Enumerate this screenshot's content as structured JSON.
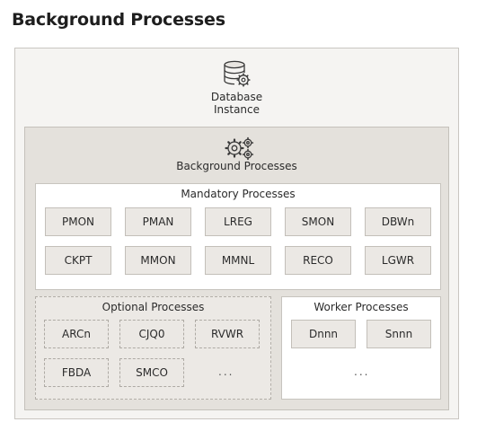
{
  "title": "Background Processes",
  "database_instance": {
    "label": "Database\nInstance",
    "icon": "database-gear-icon"
  },
  "background_processes": {
    "label": "Background Processes",
    "icon": "gears-icon"
  },
  "mandatory": {
    "title": "Mandatory Processes",
    "rows": [
      [
        "PMON",
        "PMAN",
        "LREG",
        "SMON",
        "DBWn"
      ],
      [
        "CKPT",
        "MMON",
        "MMNL",
        "RECO",
        "LGWR"
      ]
    ]
  },
  "optional": {
    "title": "Optional Processes",
    "rows": [
      [
        "ARCn",
        "CJQ0",
        "RVWR"
      ],
      [
        "FBDA",
        "SMCO"
      ]
    ],
    "more": "..."
  },
  "worker": {
    "title": "Worker Processes",
    "items": [
      "Dnnn",
      "Snnn"
    ],
    "more": "..."
  },
  "colors": {
    "outer_bg": "#f5f4f2",
    "inner_bg": "#e4e1dc",
    "process_box": "#ebe8e4",
    "icon_stroke": "#3a3a3a",
    "icon_accent": "#8a8580"
  }
}
